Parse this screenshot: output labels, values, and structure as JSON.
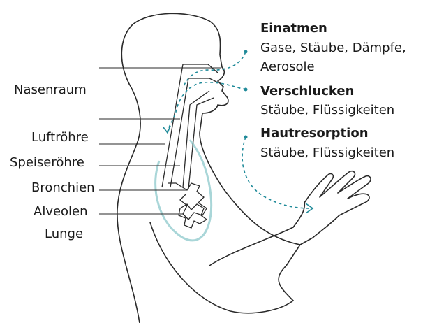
{
  "colors": {
    "accent": "#1f8a99",
    "lung": "#a9d6d8",
    "line": "#2a2a2a"
  },
  "labels": {
    "nasenraum": "Nasenraum",
    "luftroehre": "Luftröhre",
    "speiseroehre": "Speiseröhre",
    "bronchien": "Bronchien",
    "alveolen": "Alveolen",
    "lunge": "Lunge"
  },
  "routes": {
    "einatmen": {
      "title": "Einatmen",
      "line1": "Gase, Stäube, Dämpfe,",
      "line2": "Aerosole"
    },
    "verschlucken": {
      "title": "Verschlucken",
      "line1": "Stäube, Flüssigkeiten"
    },
    "hautresorption": {
      "title": "Hautresorption",
      "line1": "Stäube, Flüssigkeiten"
    }
  }
}
